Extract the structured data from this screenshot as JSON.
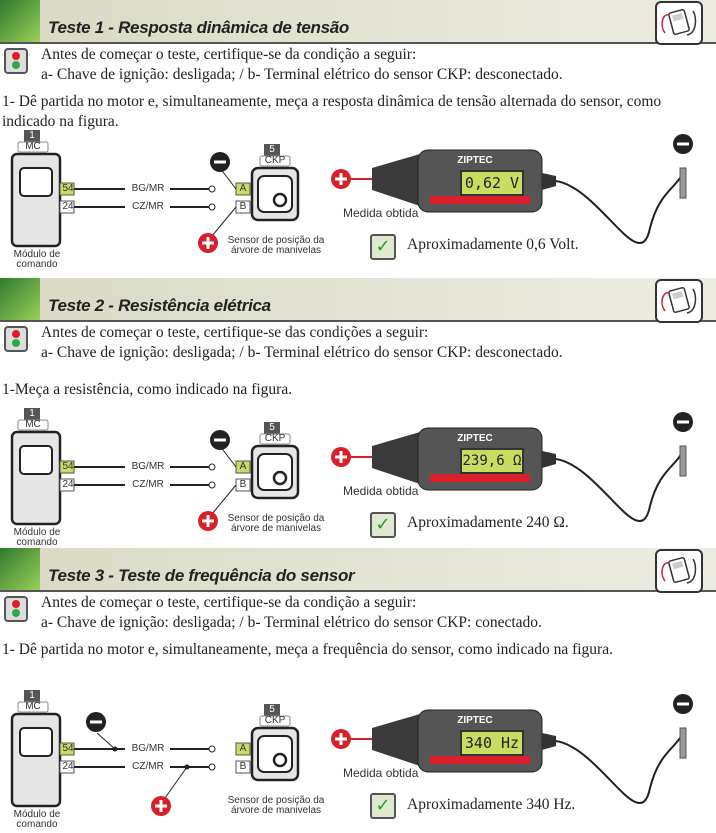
{
  "sections": [
    {
      "title": "Teste 1 - Resposta dinâmica de tensão",
      "precondition": "Antes de começar o teste, certifique-se da condição a seguir:",
      "conditions": "a- Chave de ignição: desligada;   /  b- Terminal elétrico do sensor CKP: desconectado.",
      "step": "1- Dê partida no motor e, simultaneamente, meça a resposta dinâmica de tensão alternada do sensor, como indicado na figura.",
      "reading": "0,62 V",
      "result": "Aproximadamente 0,6 Volt.",
      "probe_mode": "connector"
    },
    {
      "title": "Teste 2 - Resistência elétrica",
      "precondition": "Antes de começar o teste, certifique-se das condições a seguir:",
      "conditions": "a- Chave de ignição: desligada;   /  b- Terminal elétrico do sensor CKP: desconectado.",
      "step": "1-Meça a resistência, como indicado na figura.",
      "reading": "239,6 Ω",
      "result": "Aproximadamente 240 Ω.",
      "probe_mode": "connector"
    },
    {
      "title": "Teste 3 - Teste de frequência do sensor",
      "precondition": "Antes de começar o teste, certifique-se da condição a seguir:",
      "conditions": "a- Chave de ignição: desligada;  /  b- Terminal elétrico do sensor CKP: conectado.",
      "step": "1- Dê partida no motor e, simultaneamente, meça a frequência do sensor, como indicado na figura.",
      "reading": "340 Hz",
      "result": "Aproximadamente 340 Hz.",
      "probe_mode": "wires"
    }
  ],
  "diagram": {
    "module_number": "1",
    "module_code": "MC",
    "module_label": "Módulo de comando",
    "pin1": "54",
    "pin2": "24",
    "wire1": "BG/MR",
    "wire2": "CZ/MR",
    "sensor_number": "5",
    "sensor_code": "CKP",
    "terminal1": "A",
    "terminal2": "B",
    "sensor_label": "Sensor de posição da árvore de manivelas",
    "meter_brand": "ZIPTEC",
    "measure_label": "Medida obtida"
  },
  "colors": {
    "plus": "#d8202a",
    "minus": "#222222",
    "display": "#c9dc62",
    "header_green": "#2e7a2e"
  }
}
